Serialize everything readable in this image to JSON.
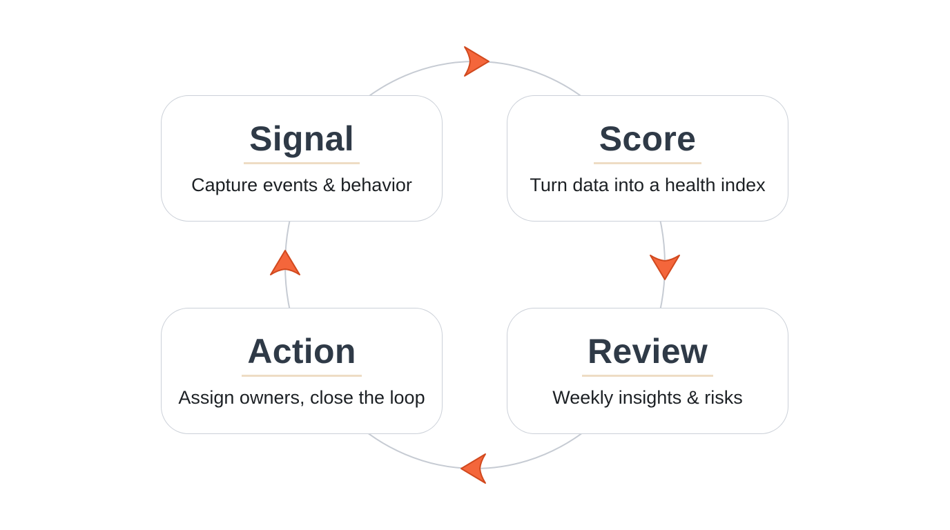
{
  "diagram": {
    "type": "cycle",
    "flow_direction": "clockwise",
    "nodes": [
      {
        "id": "signal",
        "title": "Signal",
        "subtitle": "Capture events & behavior",
        "position": "top-left"
      },
      {
        "id": "score",
        "title": "Score",
        "subtitle": "Turn data into a health index",
        "position": "top-right"
      },
      {
        "id": "action",
        "title": "Action",
        "subtitle": "Assign owners, close the loop",
        "position": "bottom-left"
      },
      {
        "id": "review",
        "title": "Review",
        "subtitle": "Weekly insights & risks",
        "position": "bottom-right"
      }
    ],
    "arrows": [
      {
        "id": "arrow-top",
        "points": "right",
        "between": [
          "signal",
          "score"
        ]
      },
      {
        "id": "arrow-right",
        "points": "down",
        "between": [
          "score",
          "review"
        ]
      },
      {
        "id": "arrow-bottom",
        "points": "left",
        "between": [
          "review",
          "action"
        ]
      },
      {
        "id": "arrow-left",
        "points": "up",
        "between": [
          "action",
          "signal"
        ]
      }
    ],
    "colors": {
      "background": "#ffffff",
      "box_fill": "#ffffff",
      "box_border": "#cbd0d8",
      "title_text": "#2f3a47",
      "subtitle_text": "#1c2024",
      "title_underline": "#eedcc4",
      "loop_stroke": "#c6cbd3",
      "arrow_fill": "#f4663b",
      "arrow_stroke": "#d1491e"
    }
  }
}
